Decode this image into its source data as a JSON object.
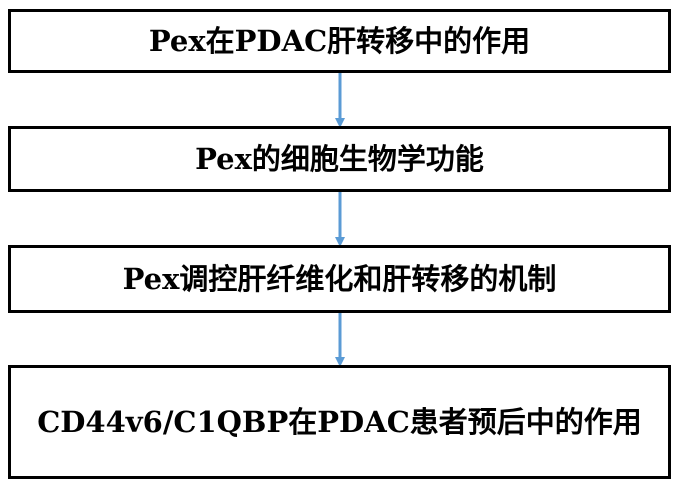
{
  "flow": {
    "steps": [
      "Pex在PDAC肝转移中的作用",
      "Pex的细胞生物学功能",
      "Pex调控肝纤维化和肝转移的机制",
      "CD44v6/C1QBP在PDAC患者预后中的作用"
    ]
  },
  "colors": {
    "box_border": "#000000",
    "arrow": "#5B9BD5"
  }
}
